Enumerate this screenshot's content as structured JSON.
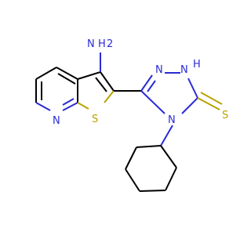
{
  "colors": {
    "background": "#ffffff",
    "bond": "#000000",
    "nitrogen": "#2a2ad6",
    "sulfur": "#b9a300"
  },
  "atoms": {
    "amino_n": "N",
    "amino_h": "H",
    "amino_h_count": "2",
    "pyridine_n": "N",
    "thiophene_s": "S",
    "triazole_n1": "N",
    "triazole_n2": "N",
    "triazole_nh_n": "N",
    "triazole_nh_h": "H",
    "triazole_n4": "N",
    "thione_s": "S"
  }
}
